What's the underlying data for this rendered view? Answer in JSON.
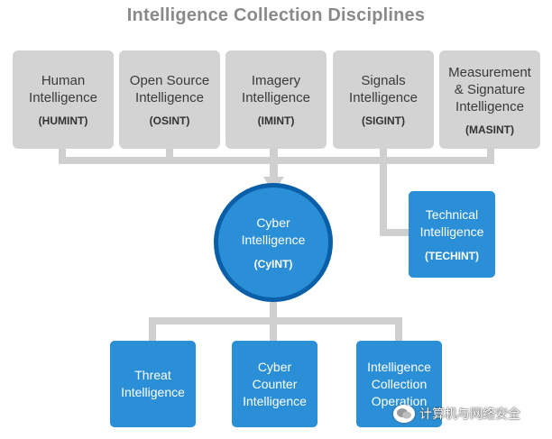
{
  "title": "Intelligence Collection Disciplines",
  "disciplines": [
    {
      "label": "Human\nIntelligence",
      "abbr": "(HUMINT)"
    },
    {
      "label": "Open Source\nIntelligence",
      "abbr": "(OSINT)"
    },
    {
      "label": "Imagery\nIntelligence",
      "abbr": "(IMINT)"
    },
    {
      "label": "Signals\nIntelligence",
      "abbr": "(SIGINT)"
    },
    {
      "label": "Measurement\n& Signature\nIntelligence",
      "abbr": "(MASINT)"
    }
  ],
  "center": {
    "label": "Cyber\nIntelligence",
    "abbr": "(CyINT)"
  },
  "techint": {
    "label": "Technical\nIntelligence",
    "abbr": "(TECHINT)"
  },
  "outputs": [
    {
      "label": "Threat\nIntelligence"
    },
    {
      "label": "Cyber\nCounter\nIntelligence"
    },
    {
      "label": "Intelligence\nCollection\nOperation"
    }
  ],
  "watermark": {
    "text": "计算机与网络安全",
    "icon": "wechat-icon"
  },
  "colors": {
    "grey_box": "#d3d3d3",
    "blue_box": "#2a8fd6",
    "circle_border": "#0b5ea8",
    "connector": "#cfcfcf",
    "title": "#8a8a8a"
  }
}
